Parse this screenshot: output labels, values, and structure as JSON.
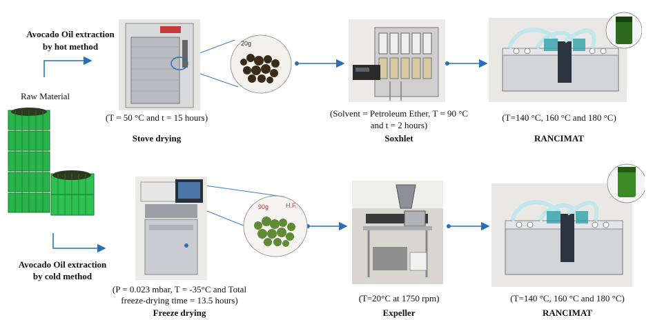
{
  "raw_material": "Raw Material",
  "hot": {
    "title_line1": "Avocado Oil extraction",
    "title_line2": "by hot method",
    "drying": {
      "conditions": "(T = 50 °C and t = 15 hours)",
      "name": "Stove drying",
      "bag_label": "20g"
    },
    "extraction": {
      "conditions_line1": "(Solvent = Petroleum Ether, T = 90 °C",
      "conditions_line2": "and t = 2 hours)",
      "name": "Soxhlet"
    },
    "analysis": {
      "conditions": "(T=140 °C, 160 °C and 180 °C)",
      "name": "RANCIMAT"
    }
  },
  "cold": {
    "title_line1": "Avocado Oil extraction",
    "title_line2": "by cold method",
    "drying": {
      "conditions_line1": "(P = 0.023 mbar, T = -35°C and Total",
      "conditions_line2": "freeze-drying time = 13.5 hours)",
      "name": "Freeze drying",
      "bag_label_left": "90g",
      "bag_label_right": "H.F."
    },
    "extraction": {
      "conditions": "(T=20°C at 1750 rpm)",
      "name": "Expeller"
    },
    "analysis": {
      "conditions": "(T=140 °C, 160 °C and 180 °C)",
      "name": "RANCIMAT"
    }
  },
  "colors": {
    "arrow": "#2a6fb5",
    "crate_green": "#29b34a",
    "oil_green": "#2f6b1e",
    "steel": "#c9ccd0"
  }
}
